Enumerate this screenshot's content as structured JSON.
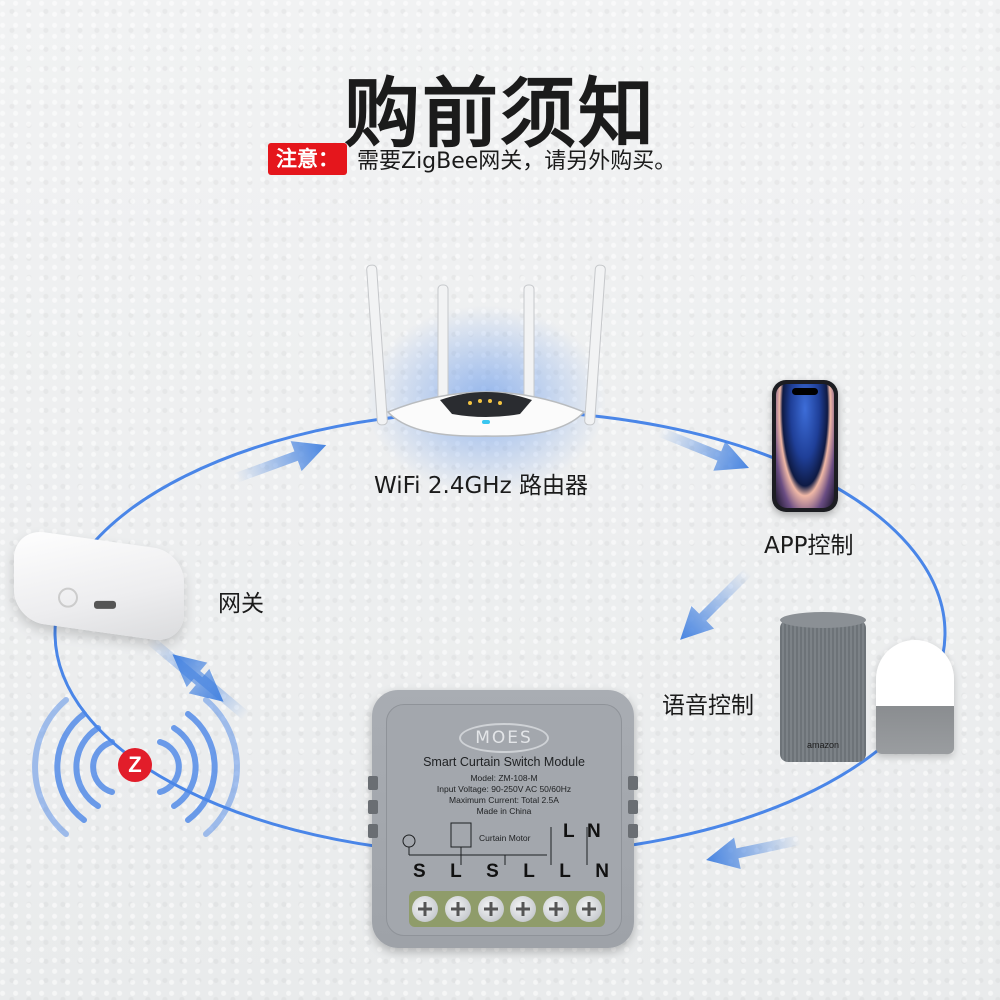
{
  "title": "购前须知",
  "notice": {
    "tag": "注意：",
    "text": "需要ZigBee网关，请另外购买。"
  },
  "labels": {
    "router": "WiFi 2.4GHz 路由器",
    "app": "APP控制",
    "gateway": "网关",
    "voice": "语音控制"
  },
  "module": {
    "brand": "MOES",
    "name": "Smart Curtain Switch Module",
    "model": "Model: ZM-108-M",
    "input_voltage": "Input Voltage: 90-250V AC 50/60Hz",
    "max_current": "Maximum Current: Total 2.5A",
    "origin": "Made in China",
    "motor_label": "Curtain Motor",
    "top_terminals": [
      "L",
      "N"
    ],
    "terminals": [
      "S",
      "L",
      "S",
      "L",
      "L",
      "N"
    ]
  },
  "speaker_brand": "amazon",
  "zigbee_badge": "Z",
  "colors": {
    "arrow": "#3f7fe0",
    "circle": "#4a86e8",
    "notice_red": "#e5161c"
  }
}
